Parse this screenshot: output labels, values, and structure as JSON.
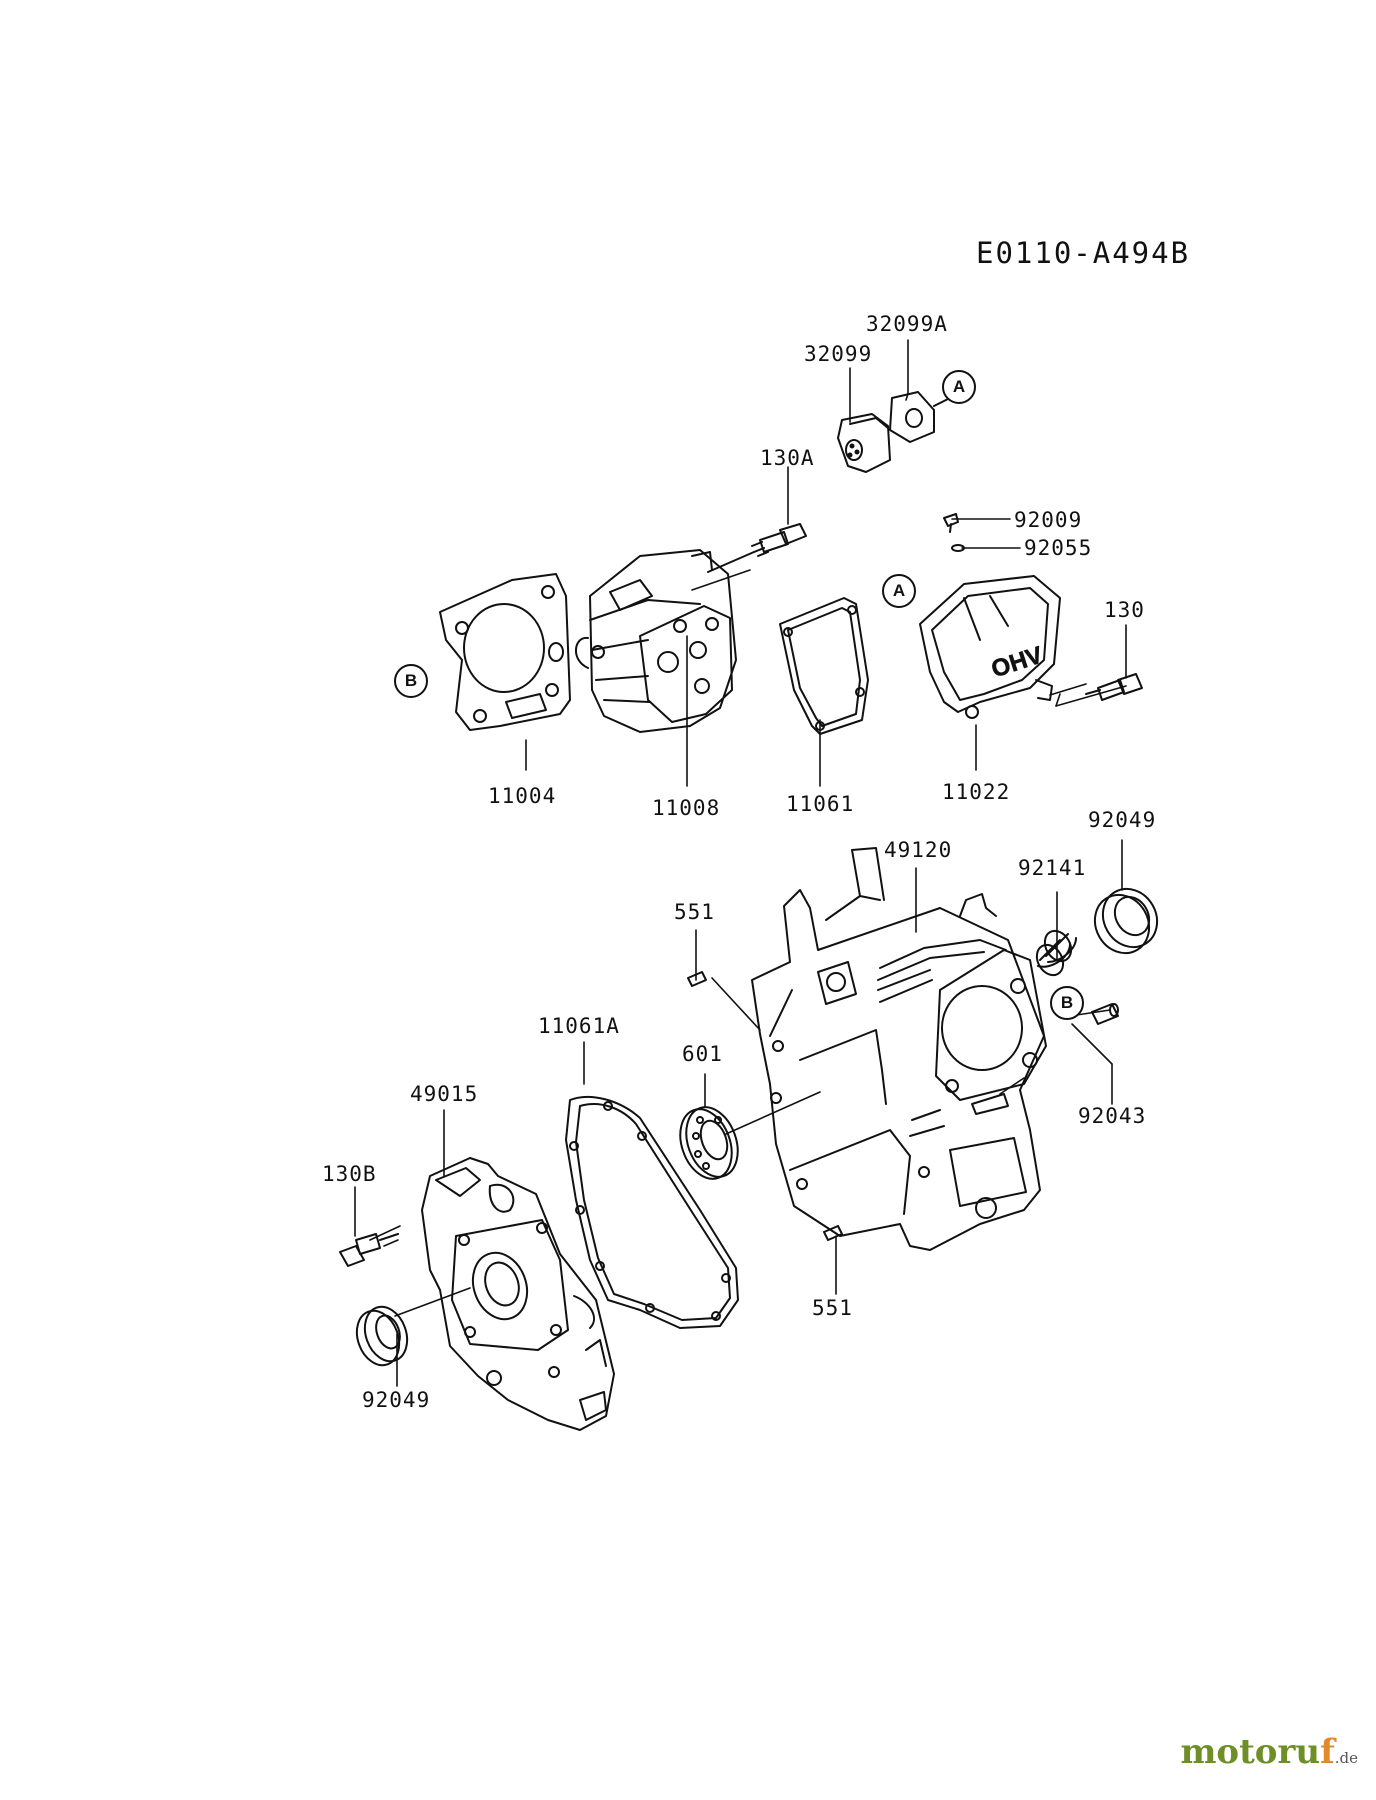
{
  "diagram_code": "E0110-A494B",
  "parts": {
    "p32099A": "32099A",
    "p32099": "32099",
    "p130A": "130A",
    "p92009": "92009",
    "p92055": "92055",
    "p130": "130",
    "p11004": "11004",
    "p11008": "11008",
    "p11061": "11061",
    "p11022": "11022",
    "p92049_top": "92049",
    "p49120": "49120",
    "p92141": "92141",
    "p551_top": "551",
    "p11061A": "11061A",
    "p601": "601",
    "p49015": "49015",
    "p92043": "92043",
    "p130B": "130B",
    "p551_bottom": "551",
    "p92049_bottom": "92049"
  },
  "refs": {
    "ref_a_top": "A",
    "ref_a_cover": "A",
    "ref_b_gasket": "B",
    "ref_b_cylinder": "B"
  },
  "cover_marking": "OHV",
  "watermark": {
    "main": "motoru",
    "accent": "f",
    "suffix": ".de"
  }
}
